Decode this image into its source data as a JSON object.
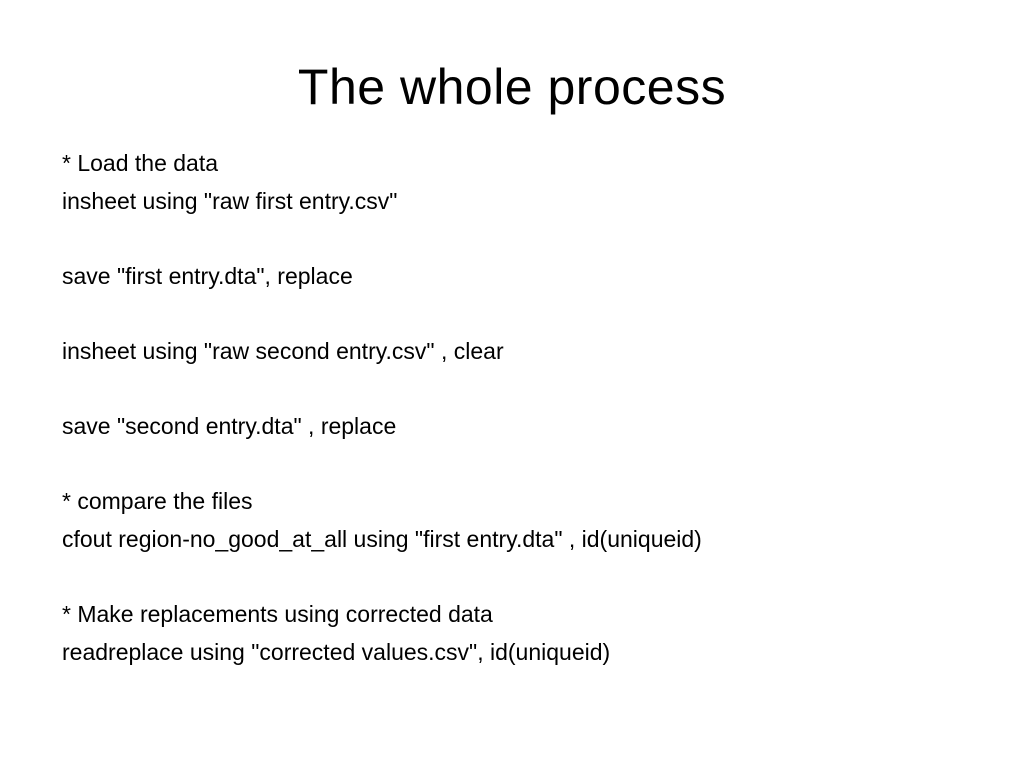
{
  "slide": {
    "title": "The whole process",
    "lines": [
      "* Load the data",
      "insheet using \"raw first entry.csv\"",
      "",
      "save \"first entry.dta\", replace",
      "",
      "insheet using \"raw second entry.csv\" , clear",
      "",
      "save \"second entry.dta\" , replace",
      "",
      "* compare the files",
      "cfout region-no_good_at_all using \"first entry.dta\" , id(uniqueid)",
      "",
      "* Make replacements using corrected data",
      "readreplace using \"corrected values.csv\", id(uniqueid)"
    ]
  }
}
